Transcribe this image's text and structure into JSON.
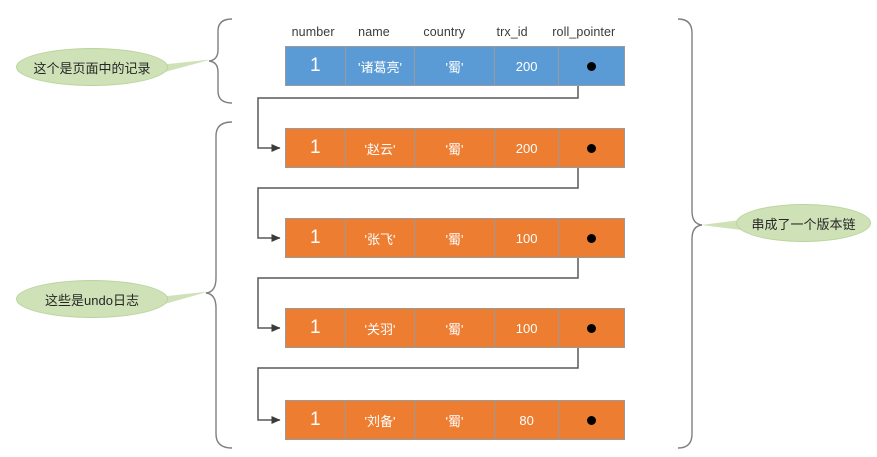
{
  "diagram": {
    "title": "MySQL InnoDB undo log version chain",
    "colors": {
      "page_record": "#5b9bd5",
      "undo_record": "#ed7d31",
      "callout_fill": "#cfe2b7",
      "callout_border": "#b9d49b",
      "connector": "#595959",
      "bracket": "#808080",
      "pointer_dot": "#000000"
    }
  },
  "table": {
    "headers": [
      "number",
      "name",
      "country",
      "trx_id",
      "roll_pointer"
    ],
    "rows": [
      {
        "kind": "page-record",
        "number": "1",
        "name": "'诸葛亮'",
        "country": "'蜀'",
        "trx_id": "200",
        "roll_pointer": "pointer-dot",
        "has_incoming_arrow": false,
        "has_outgoing_link": true
      },
      {
        "kind": "undo-record",
        "number": "1",
        "name": "'赵云'",
        "country": "'蜀'",
        "trx_id": "200",
        "roll_pointer": "pointer-dot",
        "has_incoming_arrow": true,
        "has_outgoing_link": true
      },
      {
        "kind": "undo-record",
        "number": "1",
        "name": "'张飞'",
        "country": "'蜀'",
        "trx_id": "100",
        "roll_pointer": "pointer-dot",
        "has_incoming_arrow": true,
        "has_outgoing_link": true
      },
      {
        "kind": "undo-record",
        "number": "1",
        "name": "'关羽'",
        "country": "'蜀'",
        "trx_id": "100",
        "roll_pointer": "pointer-dot",
        "has_incoming_arrow": true,
        "has_outgoing_link": true
      },
      {
        "kind": "undo-record",
        "number": "1",
        "name": "'刘备'",
        "country": "'蜀'",
        "trx_id": "80",
        "roll_pointer": "pointer-dot",
        "has_incoming_arrow": true,
        "has_outgoing_link": false
      }
    ]
  },
  "callouts": [
    {
      "id": "page-record-callout",
      "text": "这个是页面中的记录",
      "position": "left-top",
      "points_to": "page-record-bracket"
    },
    {
      "id": "undo-log-callout",
      "text": "这些是undo日志",
      "position": "left-middle",
      "points_to": "undo-log-bracket"
    },
    {
      "id": "version-chain-callout",
      "text": "串成了一个版本链",
      "position": "right-middle",
      "points_to": "version-chain-bracket"
    }
  ],
  "brackets": [
    {
      "id": "page-record-bracket",
      "side": "right-facing",
      "groups": "page-record-row"
    },
    {
      "id": "undo-log-bracket",
      "side": "right-facing",
      "groups": "undo-record-rows"
    },
    {
      "id": "version-chain-bracket",
      "side": "left-facing",
      "groups": "all-rows"
    }
  ]
}
